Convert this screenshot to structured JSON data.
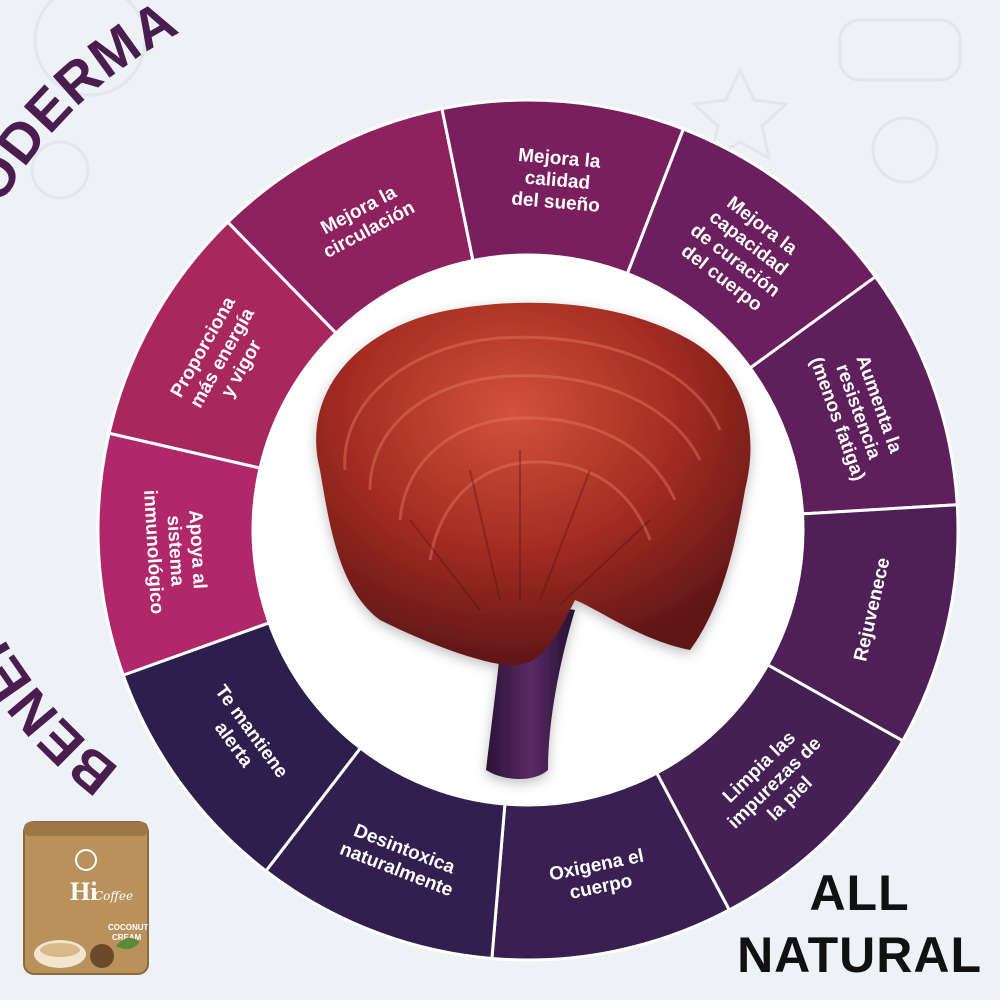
{
  "title": "BENEFICIOS DEL GANODERMA",
  "benefits": [
    {
      "lines": [
        "Proporciona",
        "más energía",
        "y vigor"
      ],
      "color": "#a8275f"
    },
    {
      "lines": [
        "Mejora la",
        "circulación"
      ],
      "color": "#8e2260"
    },
    {
      "lines": [
        "Mejora la",
        "calidad",
        "del sueño"
      ],
      "color": "#7a1f5e"
    },
    {
      "lines": [
        "Mejora la",
        "capacidad",
        "de curación",
        "del cuerpo"
      ],
      "color": "#6c1f5e"
    },
    {
      "lines": [
        "Aumenta la",
        "resistencia",
        "(menos fatiga)"
      ],
      "color": "#5e1f5c"
    },
    {
      "lines": [
        "Rejuvenece"
      ],
      "color": "#4f1f57"
    },
    {
      "lines": [
        "Limpia las",
        "impurezas de",
        "la piel"
      ],
      "color": "#442055"
    },
    {
      "lines": [
        "Oxigena el",
        "cuerpo"
      ],
      "color": "#3a1f52"
    },
    {
      "lines": [
        "Desintoxica",
        "naturalmente"
      ],
      "color": "#321f4f"
    },
    {
      "lines": [
        "Te mantiene",
        "alerta"
      ],
      "color": "#2c1f4d"
    },
    {
      "lines": [
        "Apoya al",
        "sistema",
        "inmunológico"
      ],
      "color": "#b0286a"
    }
  ],
  "tagline": {
    "line1": "ALL",
    "line2": "NATURAL"
  },
  "product": {
    "brand": "Hi",
    "brand_script": "Coffee",
    "flavor_line1": "COCONUT",
    "flavor_line2": "CREAM"
  },
  "colors": {
    "title": "#4a1d4f",
    "ring_border": "#ffffff",
    "mushroom_cap": "#9e2a20",
    "mushroom_stem": "#3a1a45",
    "pouch": "#b8925a"
  },
  "icons": {
    "center": "reishi-mushroom-illustration"
  }
}
